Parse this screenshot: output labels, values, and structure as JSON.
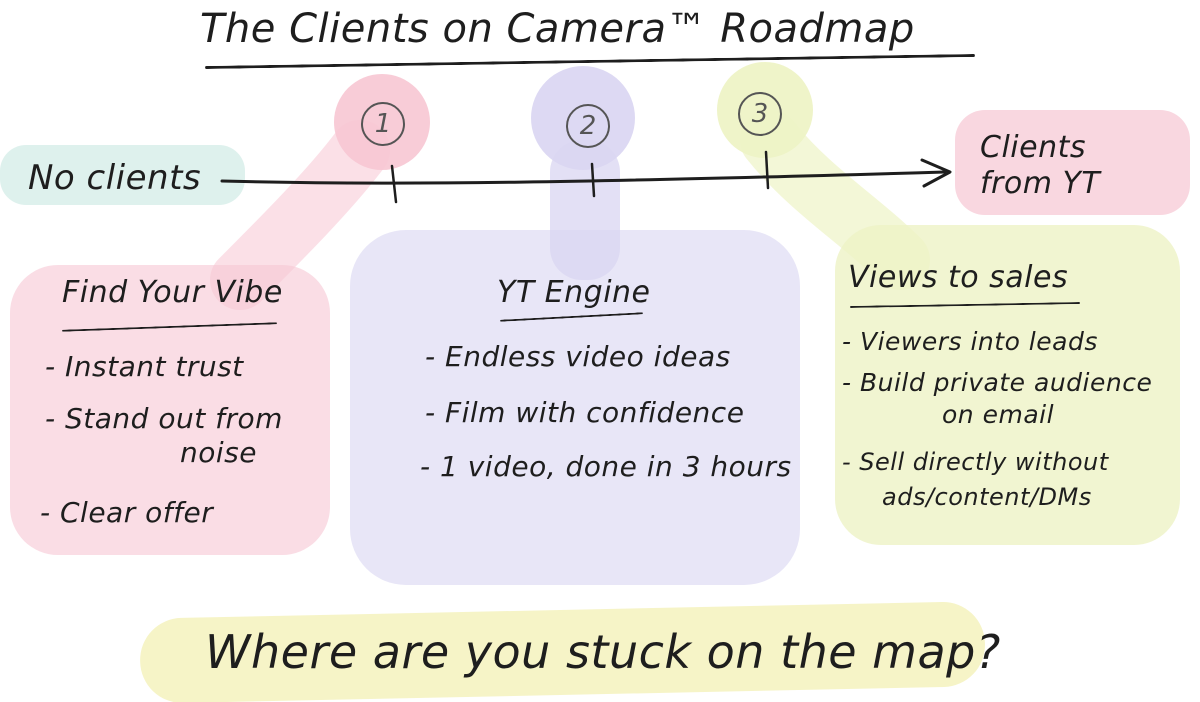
{
  "title": "The Clients on Camera™ Roadmap",
  "timeline": {
    "start_label": "No clients",
    "end_label_line1": "Clients",
    "end_label_line2": "from YT",
    "stages": [
      "1",
      "2",
      "3"
    ]
  },
  "cards": [
    {
      "title": "Find Your Vibe",
      "items": [
        "- Instant trust",
        "- Stand out from",
        "noise",
        "- Clear offer"
      ],
      "color": "#f7c6d3"
    },
    {
      "title": "YT Engine",
      "items": [
        "- Endless video ideas",
        "- Film with confidence",
        "- 1 video, done in 3 hours"
      ],
      "color": "#d9d5f2"
    },
    {
      "title": "Views to sales",
      "items": [
        "- Viewers into leads",
        "- Build private audience",
        "on email",
        "- Sell directly without",
        "ads/content/DMs"
      ],
      "color": "#eef3c6"
    }
  ],
  "footer": "Where are you stuck on the map?",
  "colors": {
    "pink": "#f7c6d3",
    "lavender": "#d9d5f2",
    "lime": "#eef3c6",
    "teal": "#d8efea",
    "ink": "#1e1e1e"
  }
}
